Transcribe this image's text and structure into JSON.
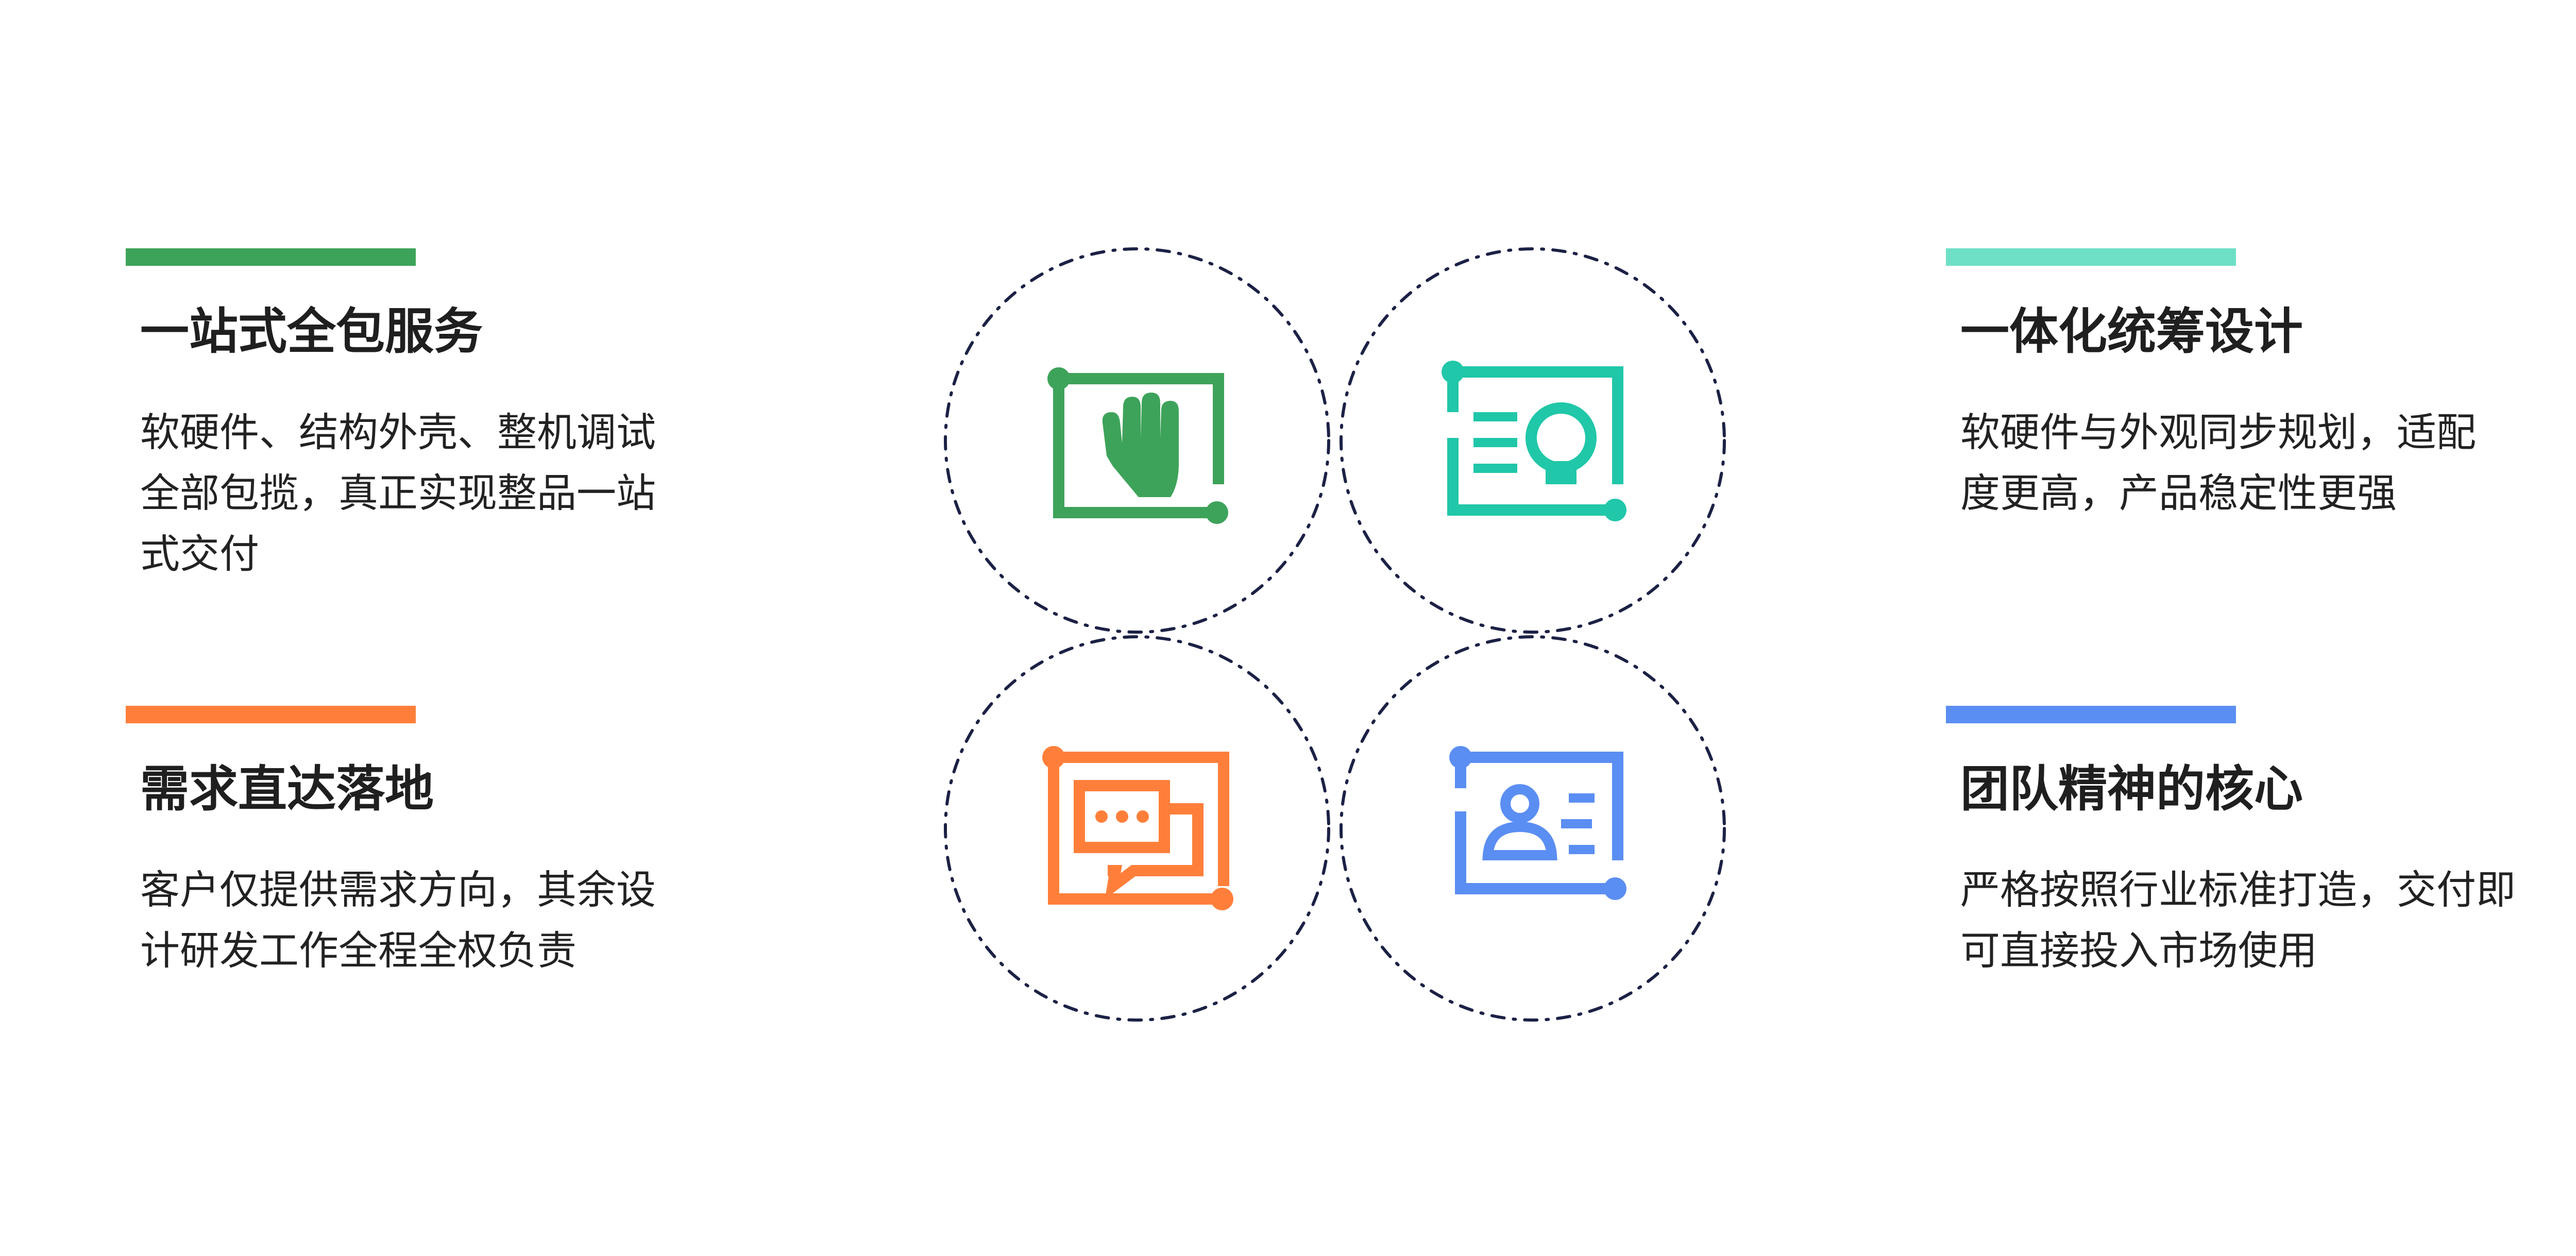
{
  "colors": {
    "green": "#3ea35a",
    "teal": "#20c7a8",
    "teal_bar": "#6ee0c6",
    "orange": "#ff7f3a",
    "blue": "#5b8ef2",
    "circle_stroke": "#1c2145"
  },
  "features": {
    "top_left": {
      "title": "一站式全包服务",
      "desc_lines": [
        "软硬件、结构外壳、整机调试",
        "全部包揽，真正实现整品一站",
        "式交付"
      ]
    },
    "bottom_left": {
      "title": "需求直达落地",
      "desc_lines": [
        "客户仅提供需求方向，其余设",
        "计研发工作全程全权负责"
      ]
    },
    "top_right": {
      "title": "一体化统筹设计",
      "desc_lines": [
        "软硬件与外观同步规划，适配",
        "度更高，产品稳定性更强"
      ]
    },
    "bottom_right": {
      "title": "团队精神的核心",
      "desc_lines": [
        "严格按照行业标准打造，交付即",
        "可直接投入市场使用"
      ]
    }
  },
  "icons": {
    "top_left": "hand-icon",
    "top_right": "lightbulb-idea-icon",
    "bottom_left": "chat-bubbles-icon",
    "bottom_right": "id-card-icon"
  }
}
